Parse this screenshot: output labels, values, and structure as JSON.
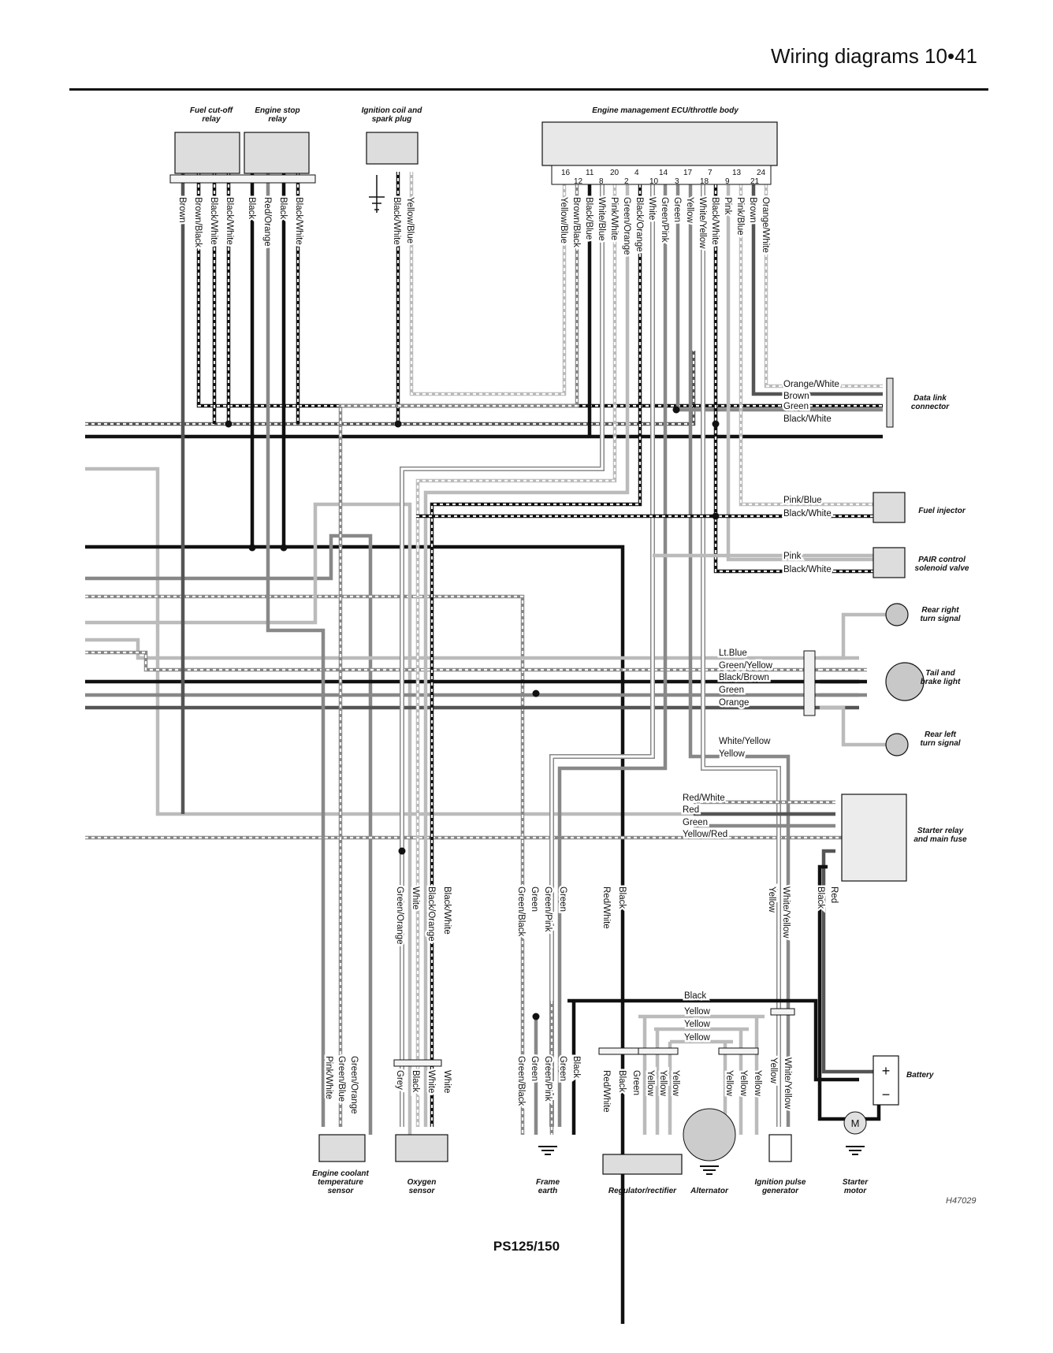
{
  "header": {
    "title": "Wiring diagrams  10•41"
  },
  "footer": {
    "model": "PS125/150"
  },
  "figure_code": "H47029",
  "components": {
    "fuel_cutoff_relay": "Fuel cut-off\nrelay",
    "engine_stop_relay": "Engine stop\nrelay",
    "ignition_coil": "Ignition coil and\nspark plug",
    "ecu": "Engine management ECU/throttle body",
    "data_link": "Data link\nconnector",
    "fuel_injector": "Fuel injector",
    "pair_valve": "PAIR control\nsolenoid valve",
    "rear_right_turn": "Rear right\nturn signal",
    "tail_brake": "Tail and\nbrake light",
    "rear_left_turn": "Rear left\nturn signal",
    "starter_relay": "Starter relay\nand main fuse",
    "battery": "Battery",
    "coolant_sensor": "Engine coolant\ntemperature\nsensor",
    "oxygen_sensor": "Oxygen\nsensor",
    "frame_earth": "Frame\nearth",
    "regulator": "Regulator/rectifier",
    "alternator": "Alternator",
    "pulse_generator": "Ignition pulse\ngenerator",
    "starter_motor": "Starter\nmotor",
    "starter_motor_symbol": "M"
  },
  "ecu_pins": {
    "top": [
      "16",
      "11",
      "20",
      "4",
      "14",
      "17",
      "7",
      "13",
      "24"
    ],
    "bottom": [
      "12",
      "8",
      "2",
      "10",
      "3",
      "18",
      "9",
      "21"
    ]
  },
  "wire_labels": {
    "relays": [
      "Brown",
      "Brown/Black",
      "Black/White",
      "Black/White",
      "Black",
      "Red/Orange",
      "Black",
      "Black/White"
    ],
    "ignition": [
      "Black/White",
      "Yellow/Blue"
    ],
    "ecu": [
      "Yellow/Blue",
      "Brown/Black",
      "Black/Blue",
      "White/Blue",
      "Pink/White",
      "Green/Orange",
      "Black/Orange",
      "White",
      "Green/Pink",
      "Green",
      "Yellow",
      "White/Yellow",
      "Black/White",
      "Pink",
      "Pink/Blue",
      "Brown",
      "Orange/White"
    ],
    "data_link": [
      "Orange/White",
      "Brown",
      "Green",
      "Black/White"
    ],
    "fuel_injector": [
      "Pink/Blue",
      "Black/White"
    ],
    "pair_valve": [
      "Pink",
      "Black/White"
    ],
    "lighting": [
      "Lt.Blue",
      "Green/Yellow",
      "Black/Brown",
      "Green",
      "Orange"
    ],
    "pulse_feed": [
      "White/Yellow",
      "Yellow"
    ],
    "starter_feed": [
      "Red/White",
      "Red",
      "Green",
      "Yellow/Red"
    ],
    "oxygen_upper": [
      "Green/Orange",
      "White",
      "Black/Orange",
      "Black/White"
    ],
    "earth_upper": [
      "Green/Black",
      "Green",
      "Green/Pink",
      "Green"
    ],
    "reg_upper": [
      "Red/White",
      "Black"
    ],
    "pulse_upper": [
      "Yellow",
      "White/Yellow"
    ],
    "battery_leads": [
      "Black",
      "Red"
    ],
    "alternator_bus": [
      "Black",
      "Yellow",
      "Yellow",
      "Yellow"
    ],
    "coolant_lower": [
      "Pink/White",
      "Green/Blue",
      "Green/Orange"
    ],
    "oxygen_lower": [
      "Grey",
      "Black",
      "White",
      "White"
    ],
    "earth_lower": [
      "Green/Black",
      "Green",
      "Green/Pink",
      "Green",
      "Black"
    ],
    "reg_lower": [
      "Red/White",
      "Black",
      "Green",
      "Yellow",
      "Yellow",
      "Yellow"
    ],
    "alt_lower": [
      "Yellow",
      "Yellow",
      "Yellow"
    ],
    "pulse_lower": [
      "Yellow",
      "White/Yellow"
    ]
  },
  "colors": {
    "ink": "#111111",
    "dark_grey": "#555555",
    "mid_grey": "#888888",
    "light_grey": "#bbbbbb",
    "component_fill": "#dddddd"
  }
}
